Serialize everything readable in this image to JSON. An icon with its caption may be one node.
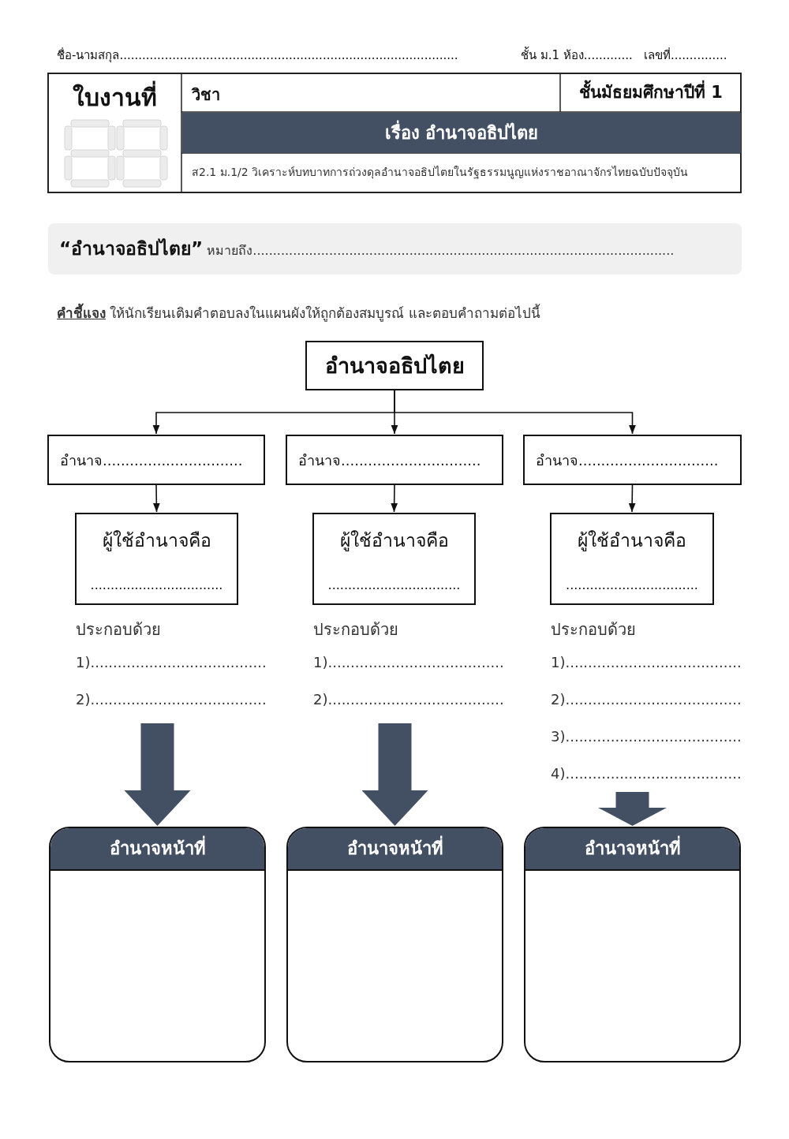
{
  "diagram": {
    "nodes": [
      {
        "text": [
          "อำนาจอธิปไตย"
        ]
      },
      {
        "text": [
          "อำนาจ..............................."
        ]
      },
      {
        "text": [
          "อำนาจ..............................."
        ]
      },
      {
        "text": [
          "อำนาจ..............................."
        ]
      },
      {
        "text": [
          "ผู้ใช้อำนาจคือ",
          "................................."
        ]
      },
      {
        "text": [
          "ผู้ใช้อำนาจคือ",
          "................................."
        ]
      },
      {
        "text": [
          "ผู้ใช้อำนาจคือ",
          "................................."
        ]
      },
      {
        "text": [
          "ประกอบด้วย",
          "1).......................................",
          "2)......................................."
        ]
      },
      {
        "text": [
          "ประกอบด้วย",
          "1).......................................",
          "2)......................................."
        ]
      },
      {
        "text": [
          "ประกอบด้วย",
          "1).......................................",
          "2).......................................",
          "3).......................................",
          "4)......................................."
        ]
      },
      {
        "text": [
          "อำนาจหน้าที่"
        ]
      },
      {
        "text": [
          "อำนาจหน้าที่"
        ]
      },
      {
        "text": [
          "อำนาจหน้าที่"
        ]
      }
    ],
    "edges": [
      {
        "from": 0,
        "to": 1,
        "arrow": "to"
      },
      {
        "from": 0,
        "to": 2,
        "arrow": "to"
      },
      {
        "from": 0,
        "to": 3,
        "arrow": "to"
      },
      {
        "from": 1,
        "to": 4,
        "arrow": "to"
      },
      {
        "from": 2,
        "to": 5,
        "arrow": "to"
      },
      {
        "from": 3,
        "to": 6,
        "arrow": "to"
      },
      {
        "from": 7,
        "to": 10,
        "arrow": "to",
        "style": "thick",
        "color": "#434f63"
      },
      {
        "from": 8,
        "to": 11,
        "arrow": "to",
        "style": "thick",
        "color": "#434f63"
      },
      {
        "from": 9,
        "to": 12,
        "arrow": "to",
        "style": "thick",
        "color": "#434f63"
      }
    ],
    "labels": [
      "ชื่อ-นามสกุล..........................................................................................",
      "ชั้น ม.1 ห้อง.............",
      "เลขที่...............",
      "ใบงานที่",
      "วิชา",
      "ชั้นมัธยมศึกษาปีที่ 1",
      "เรื่อง อำนาจอธิปไตย",
      "ส2.1 ม.1/2 วิเคราะห์บทบาทการถ่วงดุลอำนาจอธิปไตยในรัฐธรรมนูญแห่งราชอาณาจักรไทยฉบับปัจจุบัน",
      "**“อำนาจอธิปไตย”** หมายถึง.........................................................................................................",
      "**คำชี้แจง** ให้นักเรียนเติมคำตอบลงในแผนผังให้ถูกต้องสมบูรณ์ และตอบคำถามต่อไปนี้"
    ]
  }
}
